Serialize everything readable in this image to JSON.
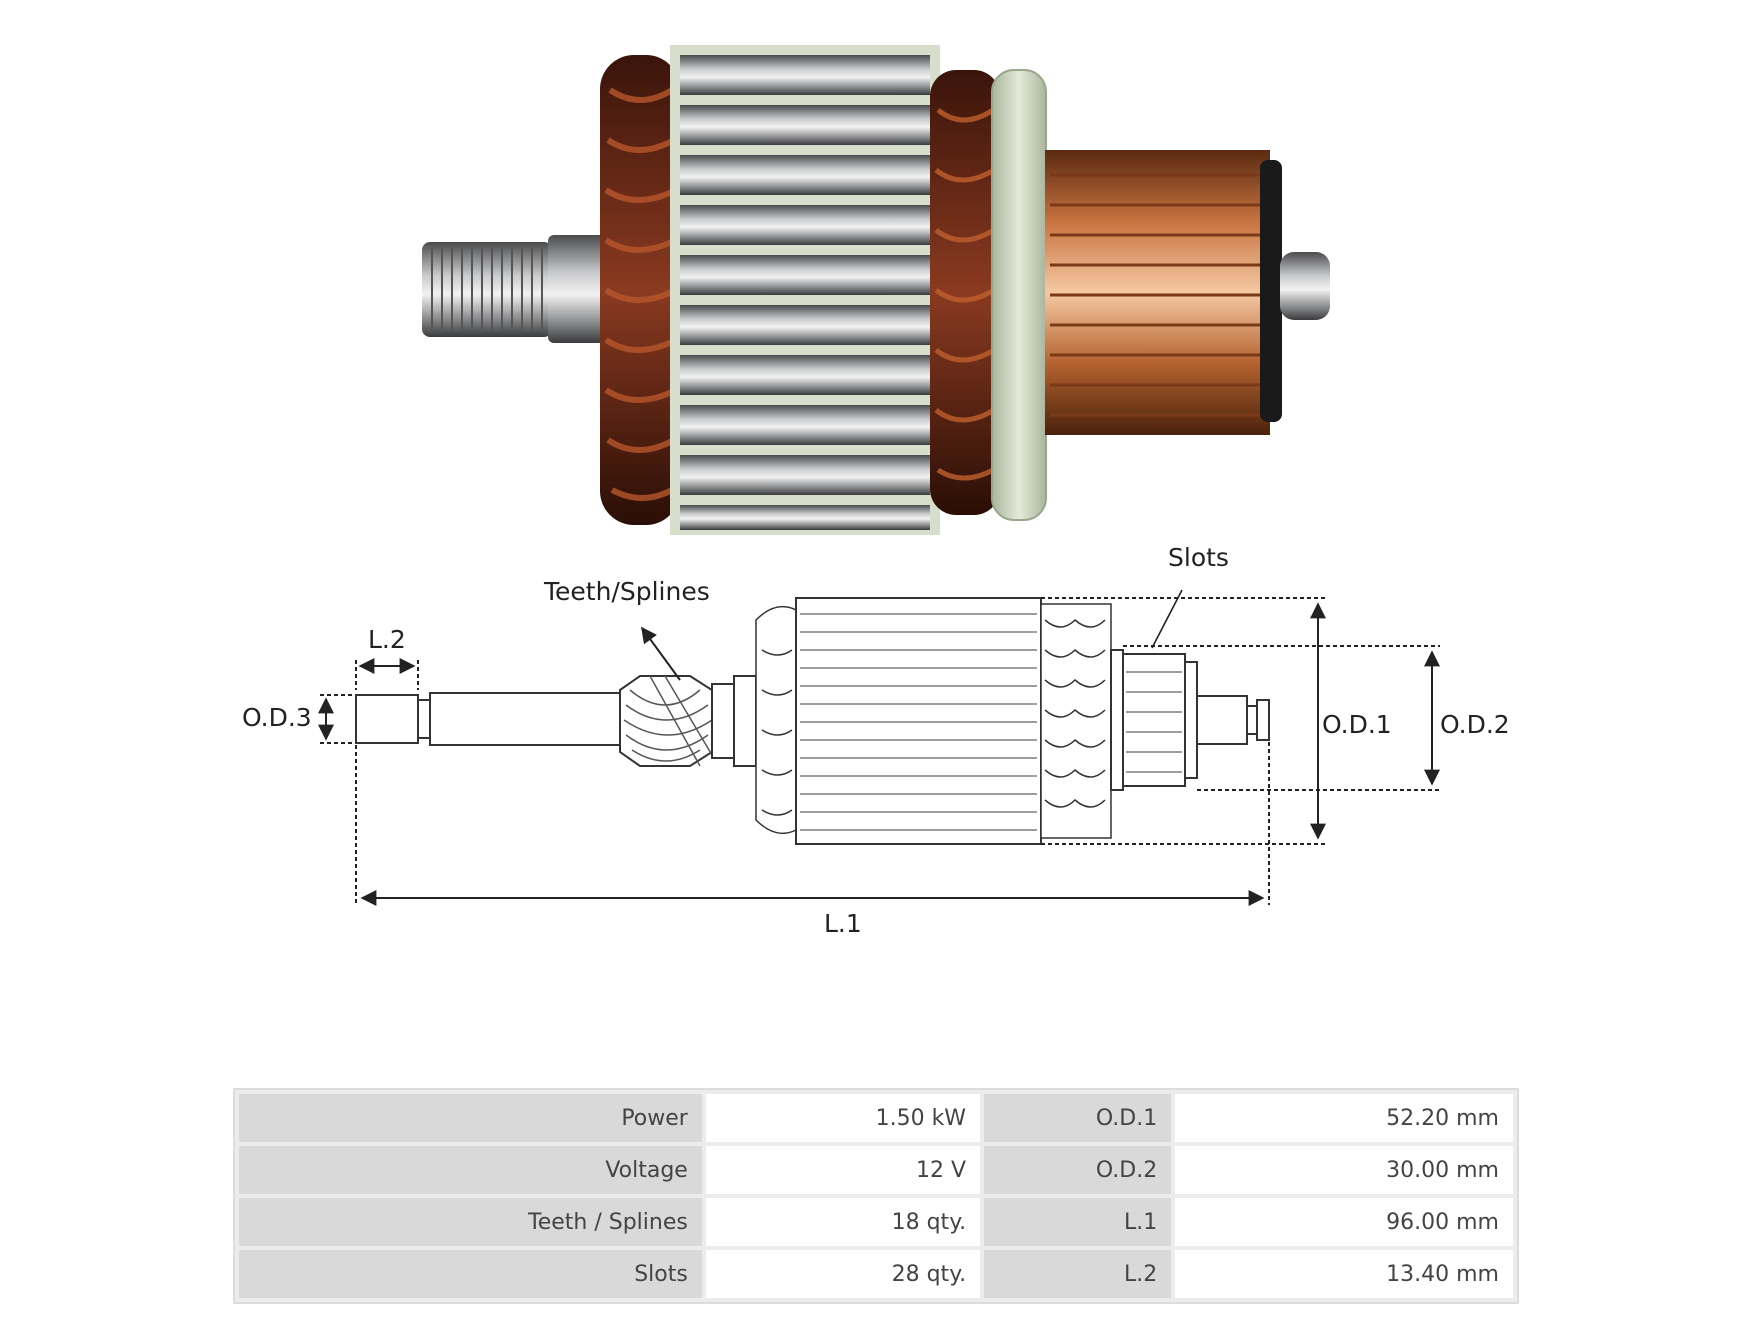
{
  "diagram": {
    "labels": {
      "teeth_splines": "Teeth/Splines",
      "slots": "Slots",
      "l2": "L.2",
      "od3": "O.D.3",
      "od1": "O.D.1",
      "od2": "O.D.2",
      "l1": "L.1"
    }
  },
  "specs": [
    {
      "left_label": "Power",
      "left_value": "1.50 kW",
      "right_label": "O.D.1",
      "right_value": "52.20 mm"
    },
    {
      "left_label": "Voltage",
      "left_value": "12 V",
      "right_label": "O.D.2",
      "right_value": "30.00 mm"
    },
    {
      "left_label": "Teeth / Splines",
      "left_value": "18 qty.",
      "right_label": "L.1",
      "right_value": "96.00 mm"
    },
    {
      "left_label": "Slots",
      "left_value": "28 qty.",
      "right_label": "L.2",
      "right_value": "13.40 mm"
    }
  ],
  "colors": {
    "copper": "#c8733f",
    "steel": "#8e8f91",
    "insulator": "#cfd9c2",
    "winding": "#6a2a18"
  }
}
